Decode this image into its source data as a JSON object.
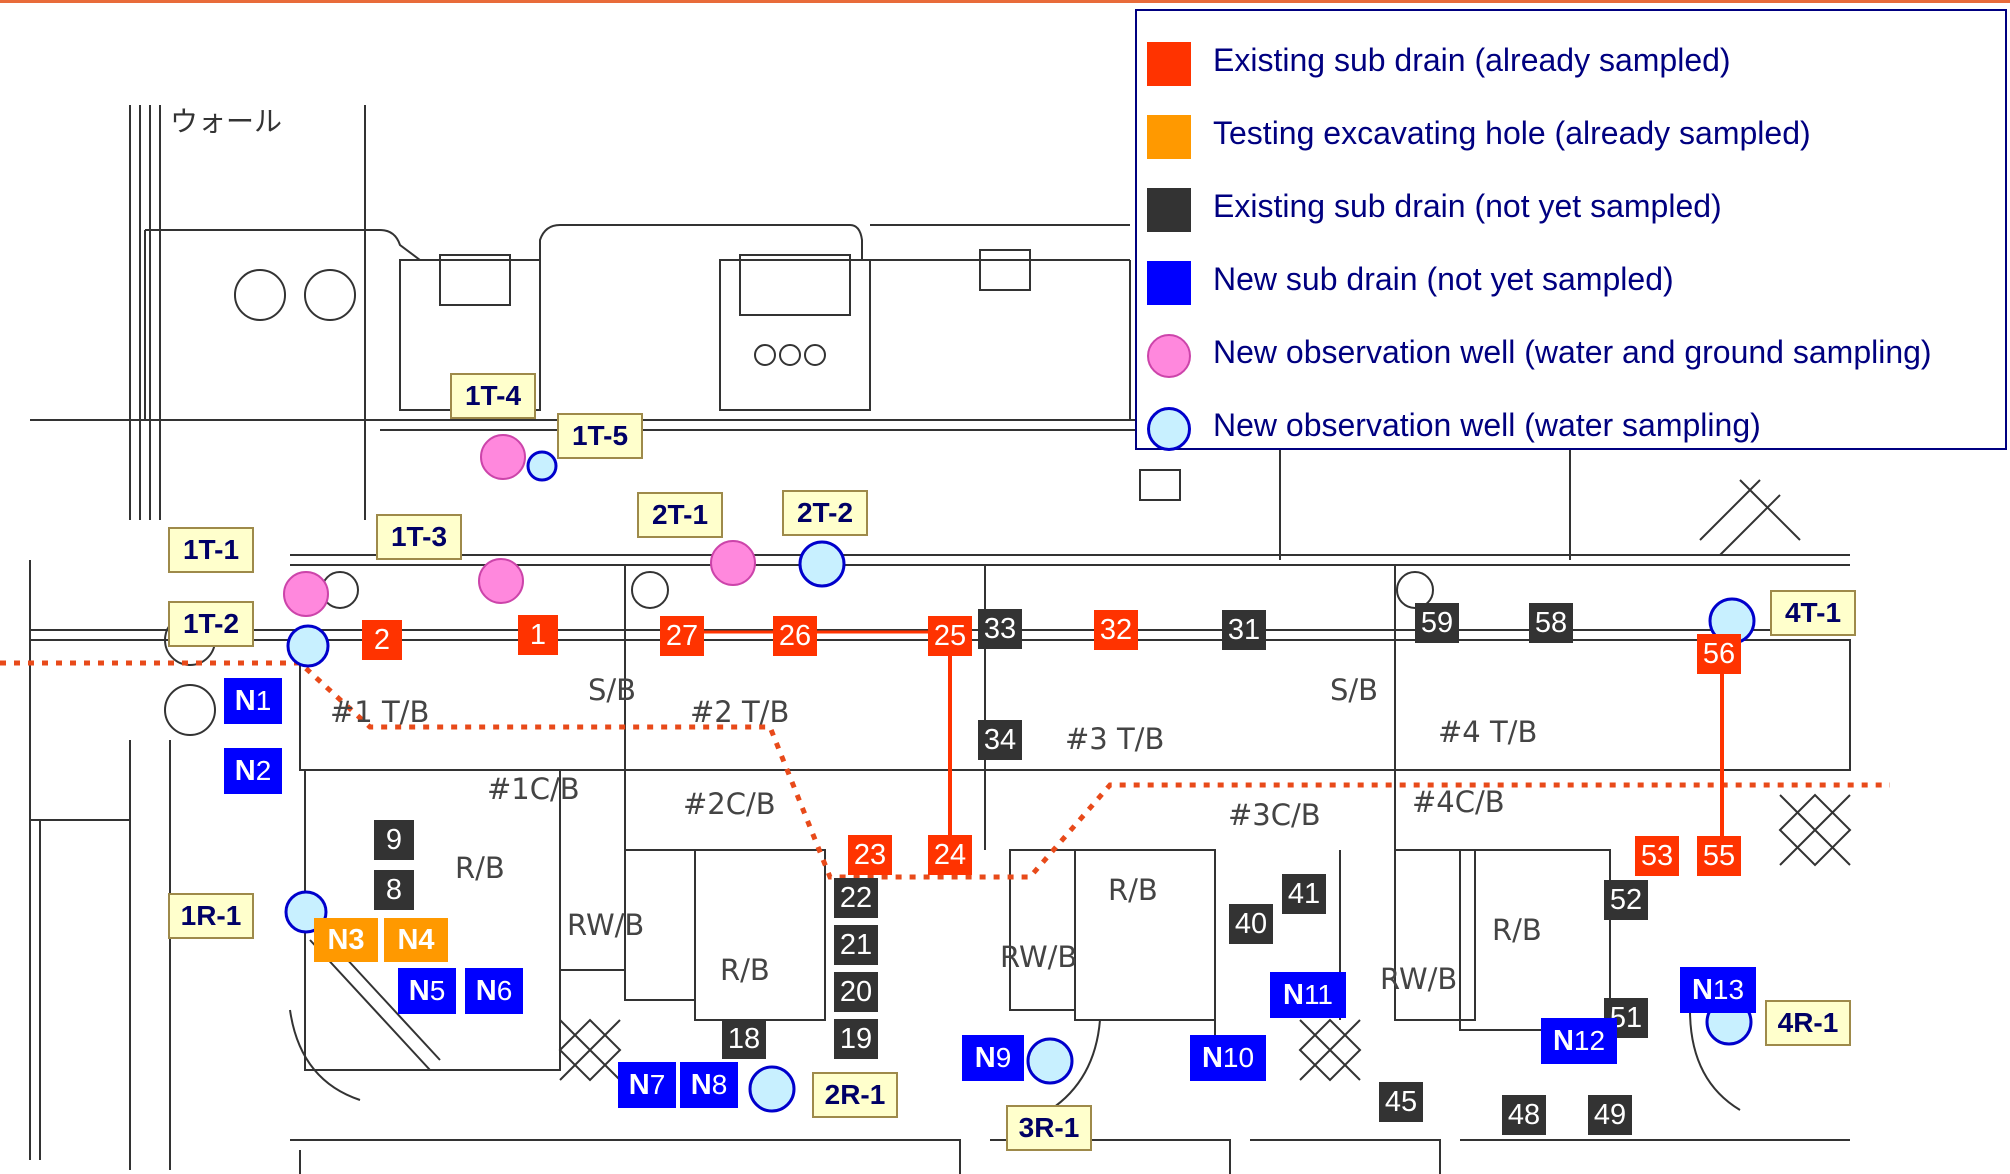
{
  "legend": {
    "items": [
      {
        "label": "Existing sub drain (already sampled)",
        "color": "#ff3300",
        "shape": "square"
      },
      {
        "label": "Testing excavating hole (already sampled)",
        "color": "#ff9900",
        "shape": "square"
      },
      {
        "label": "Existing sub drain (not yet sampled)",
        "color": "#333333",
        "shape": "square"
      },
      {
        "label": "New sub drain (not yet sampled)",
        "color": "#0000ff",
        "shape": "square"
      },
      {
        "label": "New observation well (water and ground sampling)",
        "color": "#ff88dd",
        "shape": "circle"
      },
      {
        "label": "New observation well (water sampling)",
        "color": "#c8f0ff",
        "shape": "circle"
      }
    ]
  },
  "plan_labels": {
    "wall_jp": "ウォール",
    "tb1": "#1  T/B",
    "tb2": "#2  T/B",
    "tb3": "#3  T/B",
    "tb4": "#4  T/B",
    "sb1": "S/B",
    "sb2": "S/B",
    "cb1": "#1C/B",
    "cb2": "#2C/B",
    "cb3": "#3C/B",
    "cb4": "#4C/B",
    "rb1": "R/B",
    "rb2": "R/B",
    "rb3": "R/B",
    "rb4": "R/B",
    "rwb1": "RW/B",
    "rwb2": "RW/B",
    "rwb3": "RW/B"
  },
  "subdrains_sampled": [
    "2",
    "1",
    "27",
    "26",
    "25",
    "32",
    "56",
    "23",
    "24",
    "53",
    "55"
  ],
  "subdrains_not_sampled": [
    "33",
    "31",
    "59",
    "58",
    "34",
    "9",
    "8",
    "22",
    "21",
    "20",
    "19",
    "18",
    "41",
    "40",
    "52",
    "51",
    "45",
    "48",
    "49"
  ],
  "test_holes": [
    {
      "a": "N",
      "b": "3"
    },
    {
      "a": "N",
      "b": "4"
    }
  ],
  "new_subdrains": [
    {
      "a": "N",
      "b": "1"
    },
    {
      "a": "N",
      "b": "2"
    },
    {
      "a": "N",
      "b": "5"
    },
    {
      "a": "N",
      "b": "6"
    },
    {
      "a": "N",
      "b": "7"
    },
    {
      "a": "N",
      "b": "8"
    },
    {
      "a": "N",
      "b": "9"
    },
    {
      "a": "N",
      "b": "10"
    },
    {
      "a": "N",
      "b": "11"
    },
    {
      "a": "N",
      "b": "12"
    },
    {
      "a": "N",
      "b": "13"
    }
  ],
  "wells": [
    "1T-4",
    "1T-5",
    "1T-1",
    "1T-3",
    "2T-1",
    "2T-2",
    "1T-2",
    "4T-1",
    "1R-1",
    "2R-1",
    "3R-1",
    "4R-1"
  ]
}
